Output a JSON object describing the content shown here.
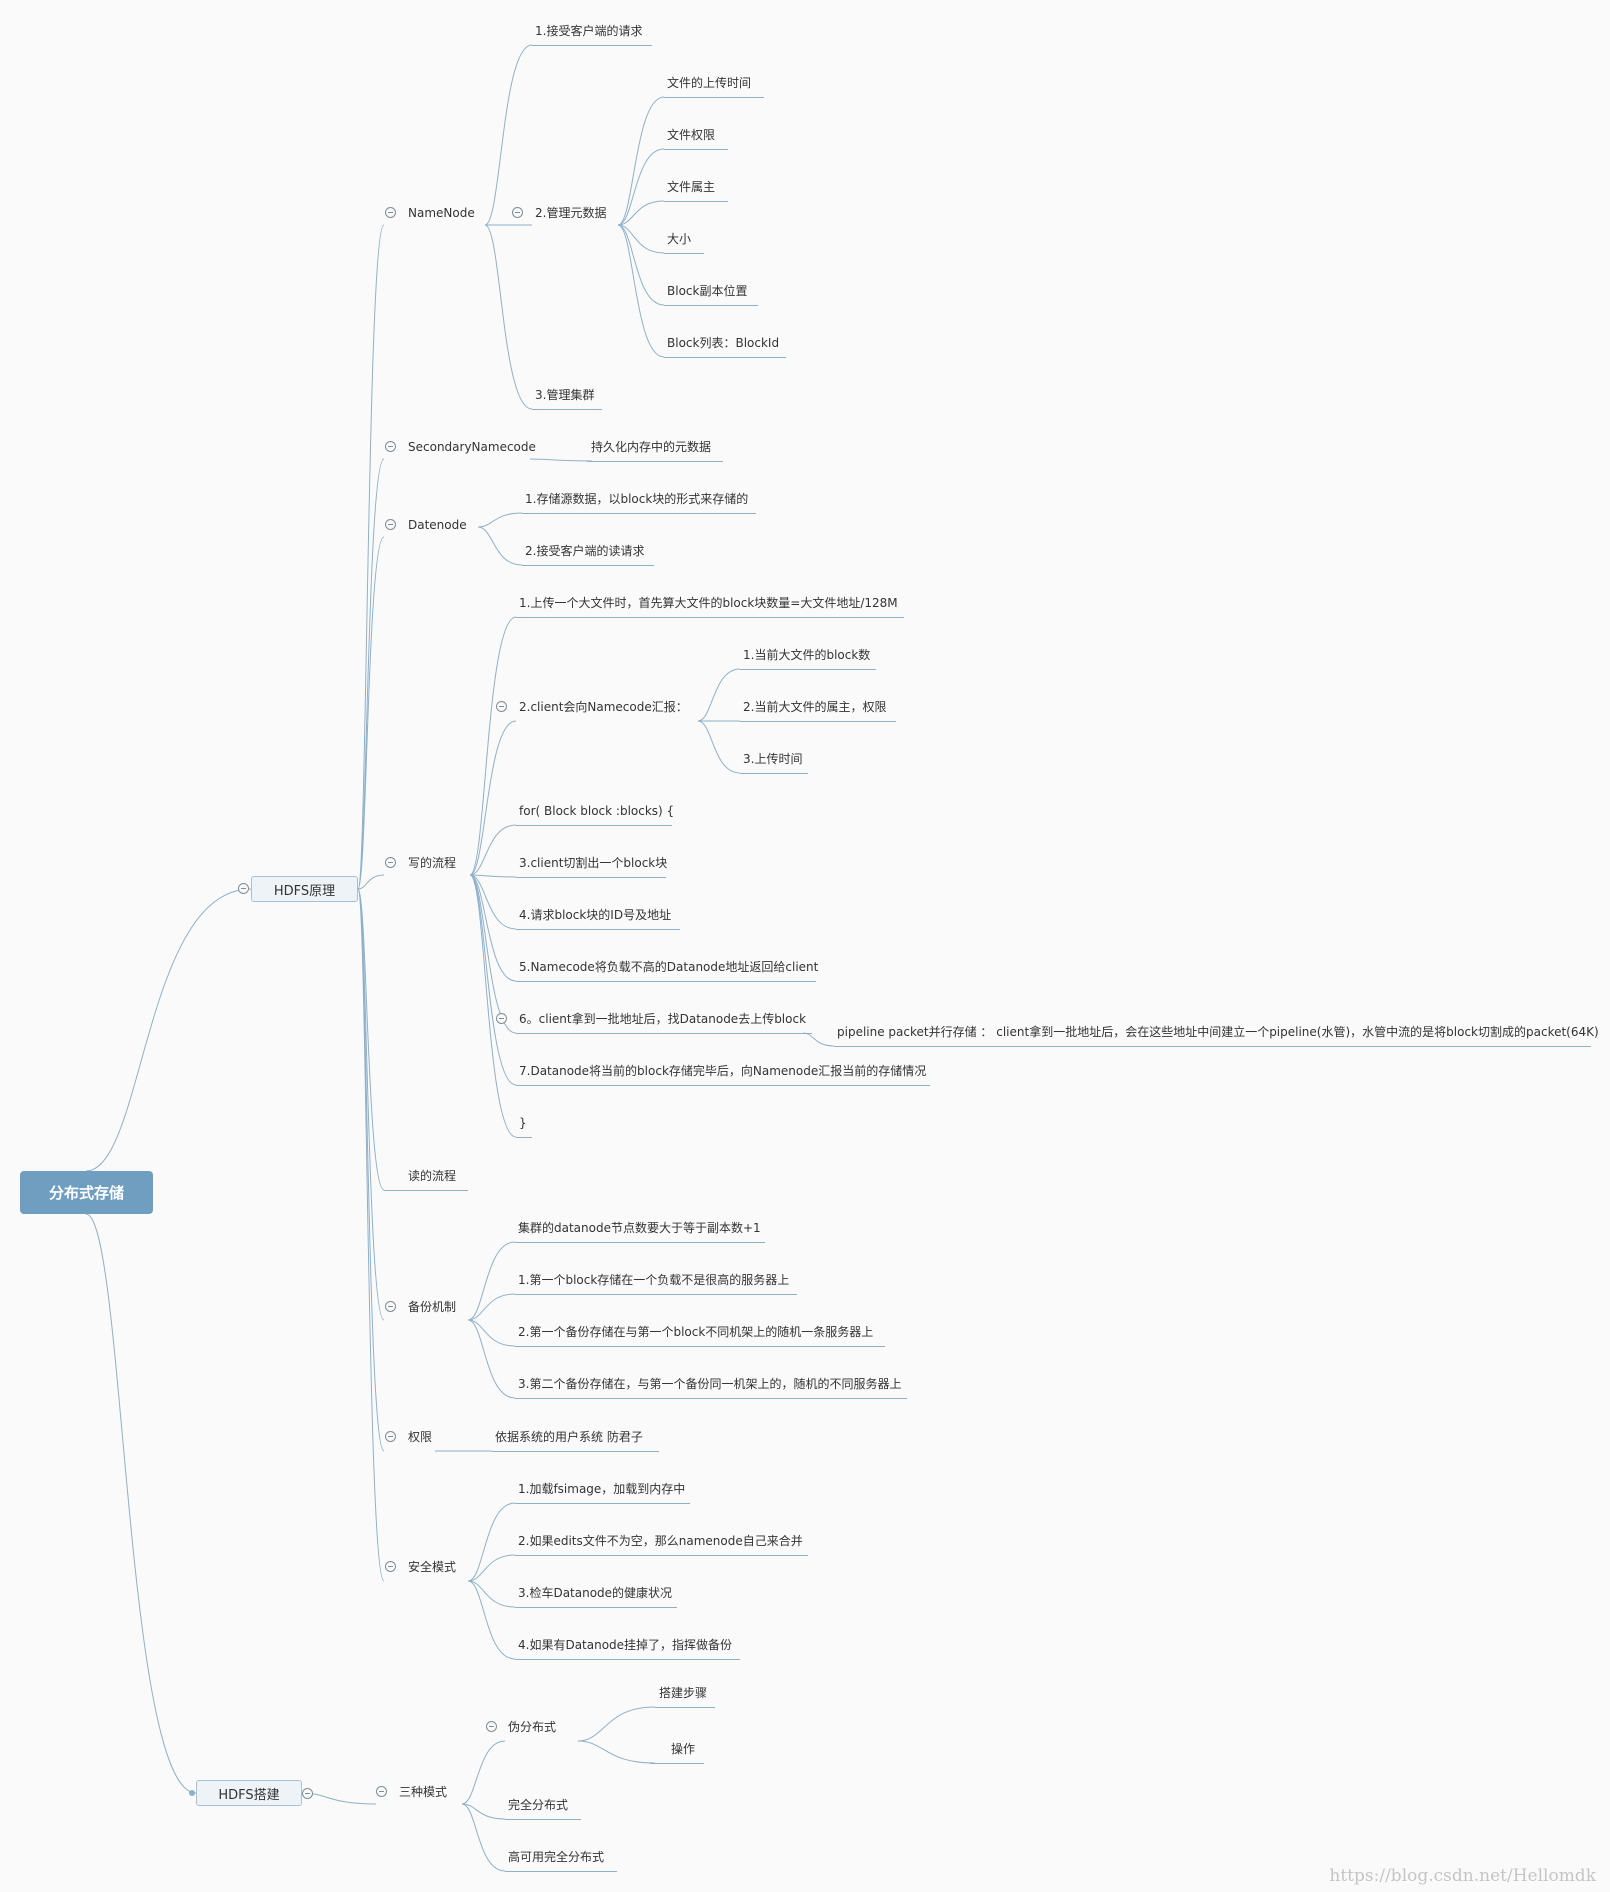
{
  "root": {
    "label": "分布式存储"
  },
  "hdfs_principle": {
    "label": "HDFS原理"
  },
  "hdfs_build": {
    "label": "HDFS搭建"
  },
  "namenode": {
    "label": "NameNode",
    "items": {
      "receive": "1.接受客户端的请求",
      "meta": "2.管理元数据",
      "cluster": "3.管理集群"
    },
    "meta_items": [
      "文件的上传时间",
      "文件权限",
      "文件属主",
      "大小",
      "Block副本位置",
      "Block列表：BlockId"
    ]
  },
  "secondary": {
    "label": "SecondaryNamecode",
    "child": "持久化内存中的元数据"
  },
  "datanode": {
    "label": "Datenode",
    "items": [
      "1.存储源数据，以block块的形式来存储的",
      "2.接受客户端的读请求"
    ]
  },
  "write": {
    "label": "写的流程",
    "w1": "1.上传一个大文件时，首先算大文件的block块数量=大文件地址/128M",
    "w2": "2.client会向Namecode汇报：",
    "w2_items": [
      "1.当前大文件的block数",
      "2.当前大文件的属主，权限",
      "3.上传时间"
    ],
    "w_for": "for( Block block :blocks) {",
    "w3": "3.client切割出一个block块",
    "w4": "4.请求block块的ID号及地址",
    "w5": "5.Namecode将负载不高的Datanode地址返回给client",
    "w6": "6。client拿到一批地址后，找Datanode去上传block",
    "w6_child": "pipeline packet并行存储 ： client拿到一批地址后，会在这些地址中间建立一个pipeline(水管)，水管中流的是将block切割成的packet(64K)",
    "w7": "7.Datanode将当前的block存储完毕后，向Namenode汇报当前的存储情况",
    "w_end": "}"
  },
  "read": {
    "label": "读的流程"
  },
  "backup": {
    "label": "备份机制",
    "items": [
      "集群的datanode节点数要大于等于副本数+1",
      "1.第一个block存储在一个负载不是很高的服务器上",
      "2.第一个备份存储在与第一个block不同机架上的随机一条服务器上",
      "3.第二个备份存储在，与第一个备份同一机架上的，随机的不同服务器上"
    ]
  },
  "perm": {
    "label": "权限",
    "child": "依据系统的用户系统 防君子"
  },
  "safe": {
    "label": "安全模式",
    "items": [
      "1.加载fsimage，加载到内存中",
      "2.如果edits文件不为空，那么namenode自己来合并",
      "3.检车Datanode的健康状况",
      "4.如果有Datanode挂掉了，指挥做备份"
    ]
  },
  "modes": {
    "label": "三种模式",
    "pseudo": "伪分布式",
    "pseudo_items": [
      "搭建步骤",
      "操作"
    ],
    "full": "完全分布式",
    "ha": "高可用完全分布式"
  },
  "watermark": "https://blog.csdn.net/Hellomdk",
  "colors": {
    "root_bg": "#6f9ec0",
    "line": "#8fb0c9",
    "box_bg": "#eef3f8"
  }
}
